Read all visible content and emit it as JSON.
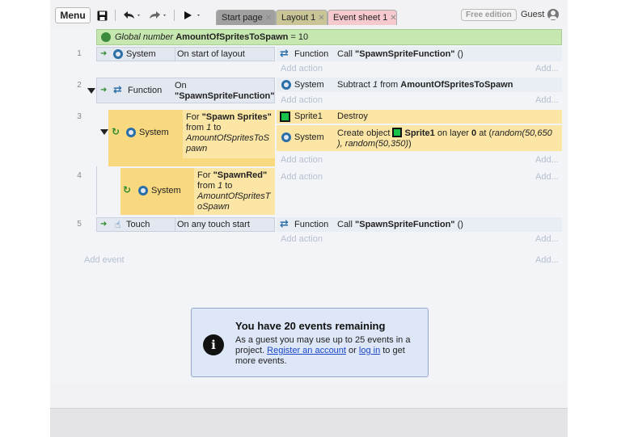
{
  "toolbar": {
    "menu_label": "Menu",
    "free_edition": "Free edition",
    "guest_label": "Guest"
  },
  "tabs": [
    {
      "label": "Start page"
    },
    {
      "label": "Layout 1"
    },
    {
      "label": "Event sheet 1"
    }
  ],
  "global_var": {
    "prefix": "Global number",
    "name": "AmountOfSpritesToSpawn",
    "suffix": " = 10"
  },
  "common": {
    "add_action": "Add action",
    "add_more": "Add...",
    "add_event": "Add event"
  },
  "events": [
    {
      "num": "1",
      "cond_obj": "System",
      "cond_text": "On start of layout",
      "act_obj": "Function",
      "act_pre": "Call ",
      "act_bold": "\"SpawnSpriteFunction\"",
      "act_post": " ()"
    },
    {
      "num": "2",
      "cond_obj": "Function",
      "cond_line1": "On",
      "cond_line2": "\"SpawnSpriteFunction\"",
      "act_obj": "System",
      "act_pre": "Subtract ",
      "act_it": "1",
      "act_mid": " from ",
      "act_bold": "AmountOfSpritesToSpawn"
    },
    {
      "num": "3",
      "cond_obj": "System",
      "cond_l1_pre": "For ",
      "cond_l1_bold": "\"Spawn Sprites\"",
      "cond_l2_pre": "from ",
      "cond_l2_it": "1",
      "cond_l2_post": " to",
      "cond_l3": "AmountOfSpritesToS",
      "cond_l4": "pawn",
      "act1_obj": "Sprite1",
      "act1_text": "Destroy",
      "act2_obj": "System",
      "act2_pre": "Create object ",
      "act2_bold": "Sprite1",
      "act2_mid": " on layer ",
      "act2_layer": "0",
      "act2_at": " at (",
      "act2_x": "random(50,650",
      "act2_y": "), random(50,350)",
      "act2_end": ")"
    },
    {
      "num": "4",
      "cond_obj": "System",
      "cond_l1_pre": "For ",
      "cond_l1_bold": "\"SpawnRed\"",
      "cond_l2_pre": "from ",
      "cond_l2_it": "1",
      "cond_l2_post": " to",
      "cond_l3": "AmountOfSpritesT",
      "cond_l4": "oSpawn"
    },
    {
      "num": "5",
      "cond_obj": "Touch",
      "cond_text": "On any touch start",
      "act_obj": "Function",
      "act_pre": "Call ",
      "act_bold": "\"SpawnSpriteFunction\"",
      "act_post": " ()"
    }
  ],
  "notice": {
    "title": "You have 20 events remaining",
    "line1": "As a guest you may use up to 25 events in a",
    "line2_pre": "project. ",
    "register": "Register an account",
    "or": " or ",
    "login": "log in",
    "line2_post": " to get",
    "line3": "more events."
  },
  "colors": {
    "global_bg": "#c6e7b0",
    "loop_yellow": "#f8d980",
    "tab_event": "#f6c9cf",
    "tab_layout": "#c9c596",
    "notice_bg": "#dde7f7"
  }
}
